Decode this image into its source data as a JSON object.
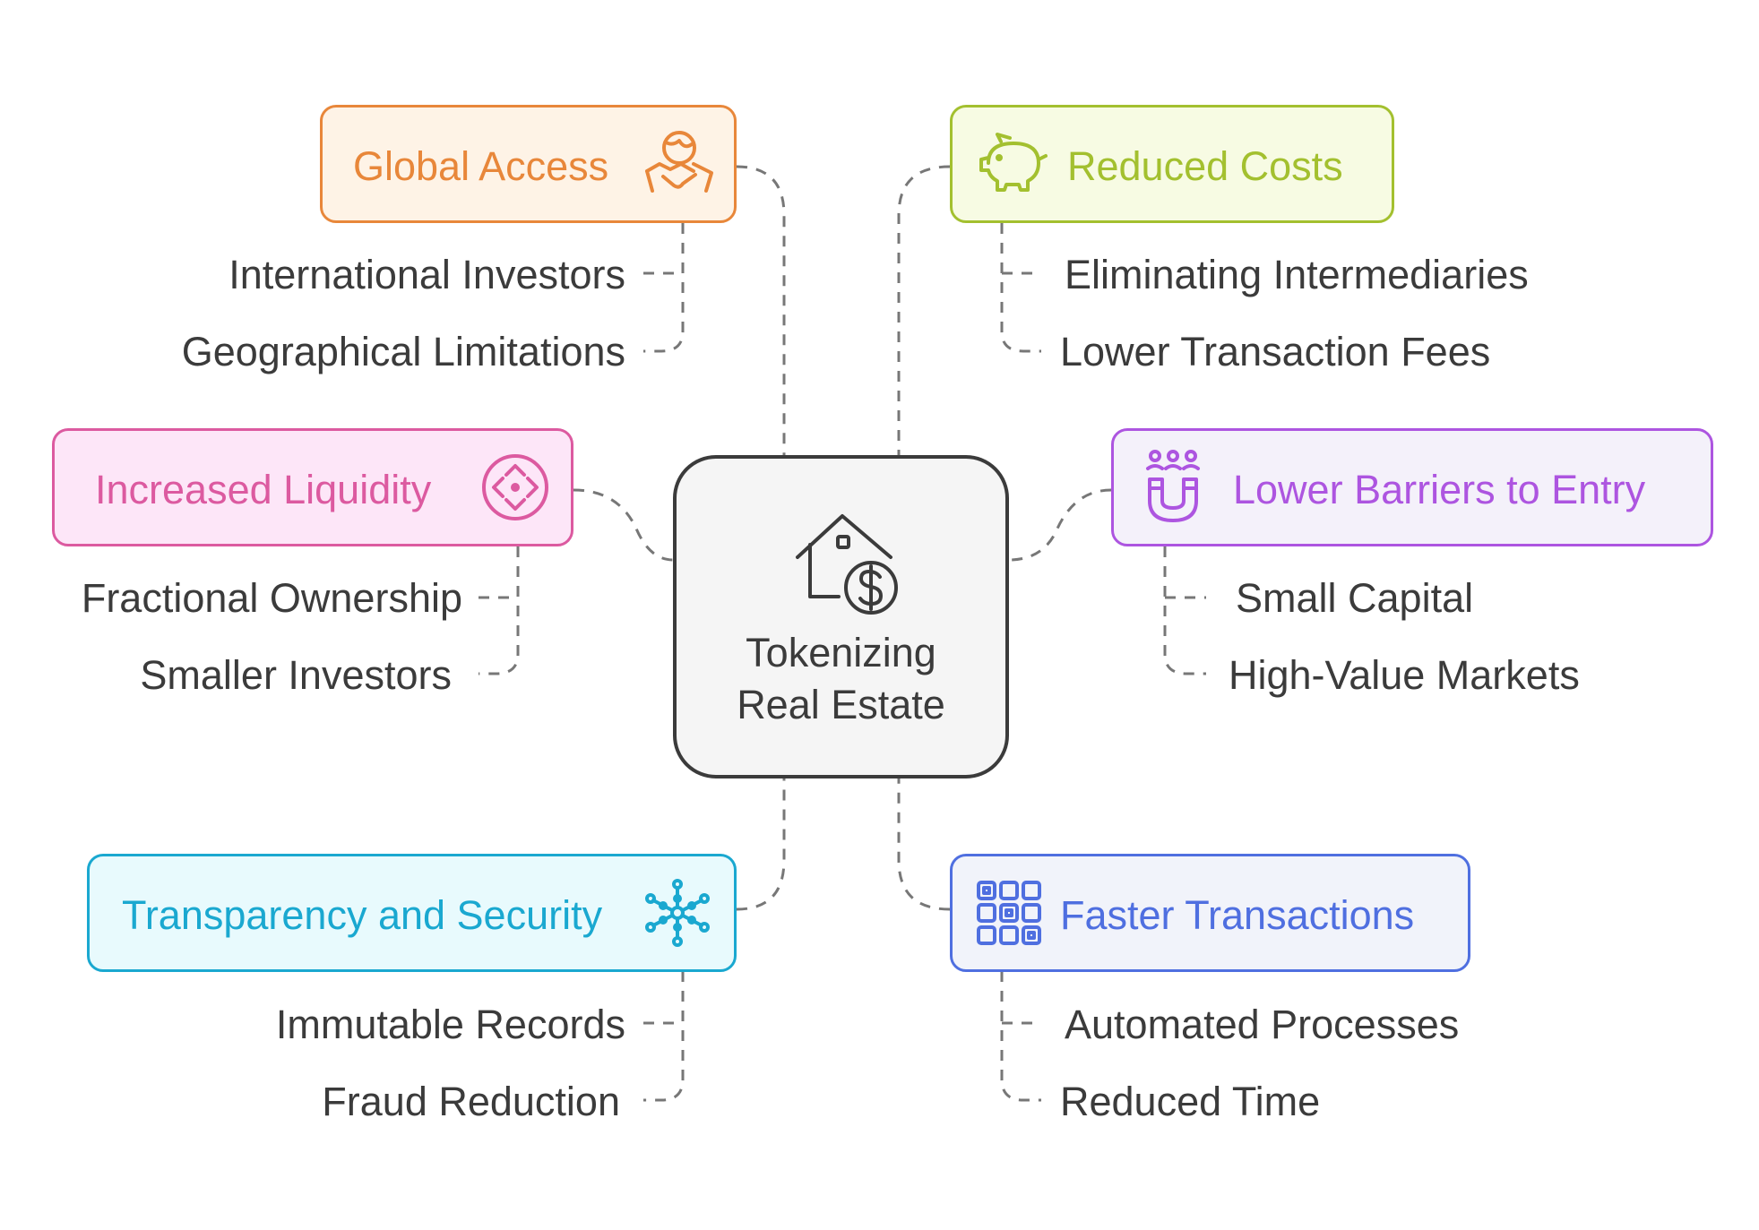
{
  "center": {
    "title_line1": "Tokenizing",
    "title_line2": "Real Estate",
    "icon": "house-dollar-icon"
  },
  "branches": {
    "global_access": {
      "label": "Global Access",
      "icon": "handshake-globe-icon",
      "color": "#e8873a",
      "fill": "#fef3e6",
      "items": [
        "International Investors",
        "Geographical Limitations"
      ]
    },
    "reduced_costs": {
      "label": "Reduced Costs",
      "icon": "piggy-bank-icon",
      "color": "#a3c02f",
      "fill": "#f7fbe3",
      "items": [
        "Eliminating Intermediaries",
        "Lower Transaction Fees"
      ]
    },
    "increased_liquidity": {
      "label": "Increased Liquidity",
      "icon": "liquidity-diamond-icon",
      "color": "#dc5aa0",
      "fill": "#fde6f8",
      "items": [
        "Fractional Ownership",
        "Smaller Investors"
      ]
    },
    "lower_barriers": {
      "label": "Lower Barriers to Entry",
      "icon": "magnet-people-icon",
      "color": "#ad55e0",
      "fill": "#f4f1fa",
      "items": [
        "Small Capital",
        "High-Value Markets"
      ]
    },
    "transparency_security": {
      "label": "Transparency and Security",
      "icon": "network-nodes-icon",
      "color": "#1aa8d0",
      "fill": "#e8fafd",
      "items": [
        "Immutable Records",
        "Fraud Reduction"
      ]
    },
    "faster_transactions": {
      "label": "Faster Transactions",
      "icon": "grid-blocks-icon",
      "color": "#4f6fe0",
      "fill": "#f1f3fa",
      "items": [
        "Automated Processes",
        "Reduced Time"
      ]
    }
  }
}
